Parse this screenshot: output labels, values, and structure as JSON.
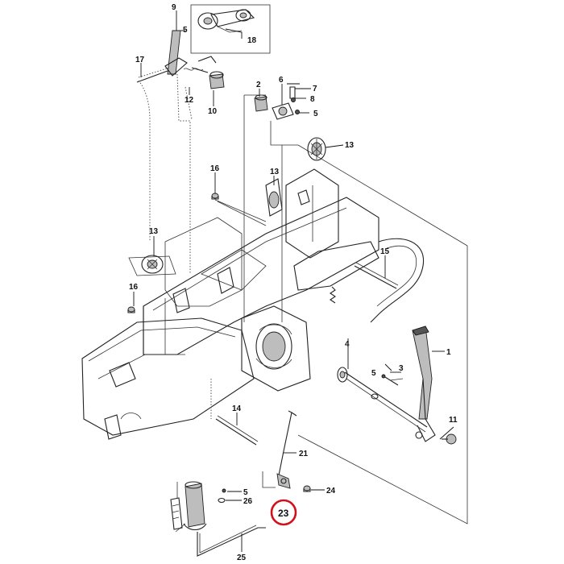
{
  "callouts": {
    "p1": "1",
    "p2": "2",
    "p3": "3",
    "p4": "4",
    "p5a": "5",
    "p5b": "5",
    "p5c": "5",
    "p5d": "5",
    "p6": "6",
    "p7": "7",
    "p8": "8",
    "p9": "9",
    "p10": "10",
    "p11": "11",
    "p12": "12",
    "p13a": "13",
    "p13b": "13",
    "p13c": "13",
    "p14": "14",
    "p15": "15",
    "p16a": "16",
    "p16b": "16",
    "p17": "17",
    "p18": "18",
    "p21": "21",
    "p23": "23",
    "p24": "24",
    "p25": "25",
    "p26": "26"
  },
  "highlight": {
    "part": "23",
    "color": "#d0121b"
  }
}
